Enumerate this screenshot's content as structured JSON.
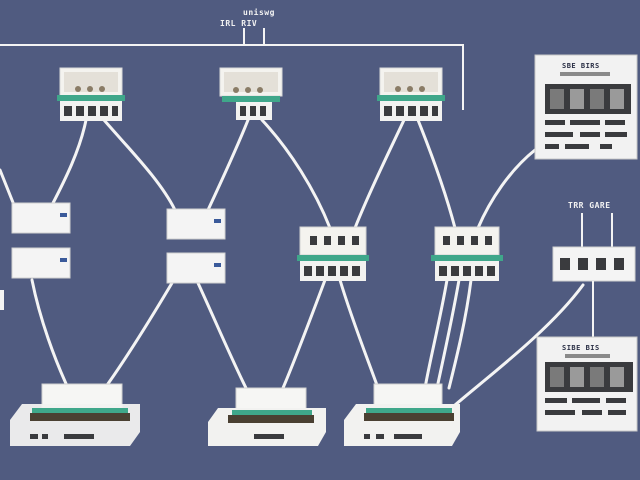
{
  "diagram": {
    "top_label_1": "uniswg",
    "top_label_2": "IRL RIV",
    "right_label": "TRR GARE",
    "panel_top_label": "SBE BIRS",
    "panel_bottom_label": "SIBE BIS",
    "colors": {
      "background": "#505b80",
      "cable": "#f4f4f4",
      "box": "#f2f2f0",
      "green_strip": "#3fa78a",
      "dark_slot": "#3a3b3e"
    }
  }
}
